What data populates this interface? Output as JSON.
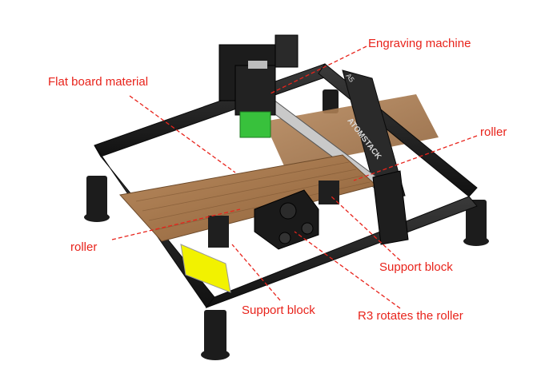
{
  "labels": {
    "engraving_machine": "Engraving machine",
    "flat_board_material": "Flat board material",
    "roller_right": "roller",
    "roller_left": "roller",
    "support_block_right": "Support block",
    "support_block_left": "Support block",
    "r3_rotates_roller": "R3 rotates the roller"
  },
  "product_marks": {
    "brand": "ATOMSTACK",
    "model": "A5"
  },
  "colors": {
    "callout_text": "#e8231b",
    "leader_line": "#e8231b",
    "frame": "#1b1b1b",
    "wood": "#a87a4f",
    "laser_module": "#38c13c",
    "warning_label": "#f2f200"
  }
}
